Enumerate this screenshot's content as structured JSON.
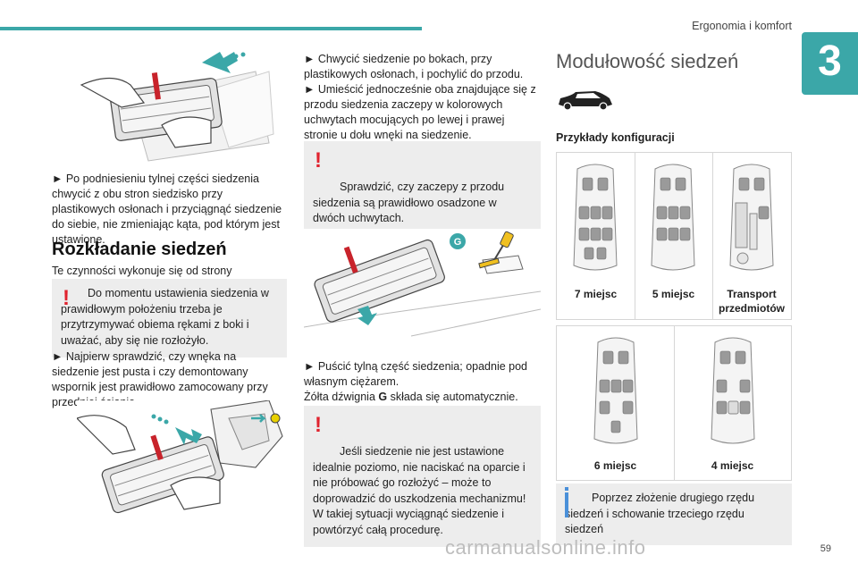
{
  "header": {
    "section_title": "Ergonomia i komfort",
    "chapter_number": "3",
    "page_number": "59"
  },
  "col1": {
    "para1": "► Po podniesieniu tylnej części siedzenia chwycić z obu stron siedzisko przy plastikowych osłonach i przyciągnąć siedzenie do siebie, nie zmieniając kąta, pod którym jest ustawione.",
    "heading": "Rozkładanie siedzeń",
    "para2": "Te czynności wykonuje się od strony bagażnika.",
    "warning1": "Do momentu ustawienia siedzenia w prawidłowym położeniu trzeba je przytrzymywać obiema rękami z boki i uważać, aby się nie rozłożyło.",
    "para3": "► Najpierw sprawdzić, czy wnęka na siedzenie jest pusta i czy demontowany wspornik jest prawidłowo zamocowany przy przedniej ścianie."
  },
  "col2": {
    "para1": "► Chwycić siedzenie po bokach, przy plastikowych osłonach, i pochylić do przodu.",
    "para2": "► Umieścić jednocześnie oba znajdujące się z przodu siedzenia zaczepy w kolorowych uchwytach mocujących po lewej i prawej stronie u dołu wnęki na siedzenie.",
    "warning2": "Sprawdzić, czy zaczepy z przodu siedzenia są prawidłowo osadzone w dwóch uchwytach.\nJeśli tak nie jest, wyjąć siedzenie i rozpocząć procedurę od początku.",
    "callout_letter": "G",
    "para3": "► Puścić tylną część siedzenia; opadnie pod własnym ciężarem.",
    "para4_prefix": "Żółta dźwignia ",
    "para4_bold": "G",
    "para4_suffix": " składa się automatycznie.",
    "warning3": "Jeśli siedzenie nie jest ustawione idealnie poziomo, nie naciskać na oparcie i nie próbować go rozłożyć – może to doprowadzić do uszkodzenia mechanizmu!\nW takiej sytuacji wyciągnąć siedzenie i powtórzyć całą procedurę."
  },
  "col3": {
    "title": "Modułowość siedzeń",
    "subheading": "Przykłady konfiguracji",
    "configs_row1": [
      "7 miejsc",
      "5 miejsc",
      "Transport przedmiotów"
    ],
    "configs_row2": [
      "6 miejsc",
      "4 miejsc"
    ],
    "info_text": "Poprzez złożenie drugiego rzędu siedzeń i schowanie trzeciego rzędu siedzeń"
  },
  "watermark": "carmanualsonline.info",
  "colors": {
    "accent": "#3ba7a8",
    "warning": "#e0232e",
    "info": "#4a90d9",
    "box_bg": "#ededed"
  }
}
